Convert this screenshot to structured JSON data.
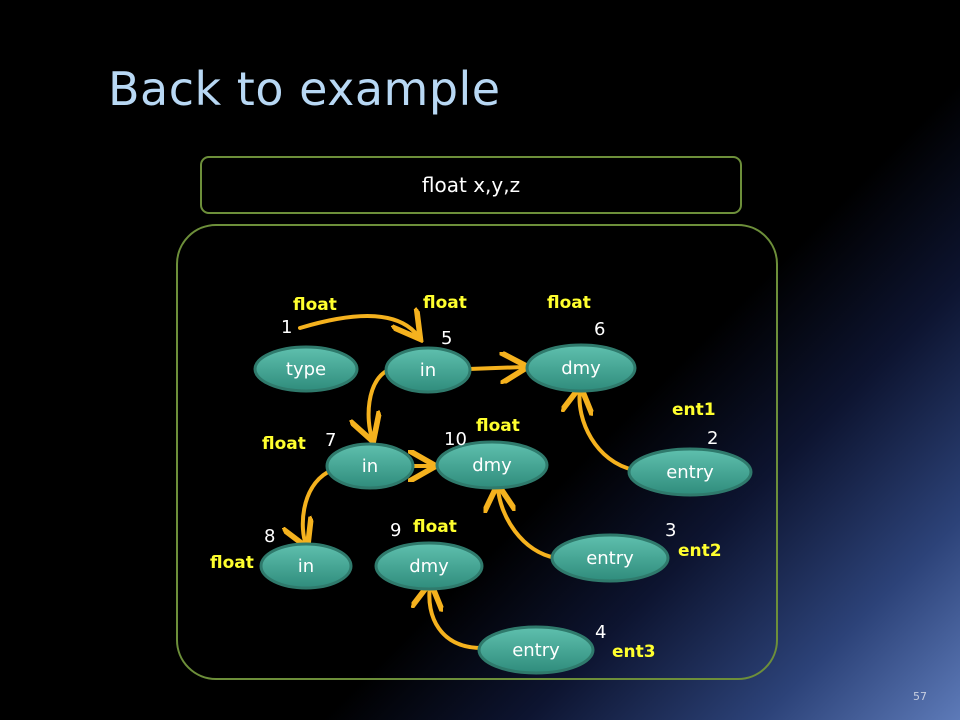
{
  "title": "Back to example",
  "declaration": "float x,y,z",
  "slide_number": "57",
  "colors": {
    "node_fill": "#46a898",
    "node_border": "#2f7a6c",
    "edge": "#f5b21e",
    "type_text": "#ffff2e",
    "frame": "#6d8f3a",
    "title": "#b8d8f4"
  },
  "nodes": {
    "type": {
      "label": "type"
    },
    "in1": {
      "label": "in"
    },
    "dmy6": {
      "label": "dmy"
    },
    "in7": {
      "label": "in"
    },
    "dmy10": {
      "label": "dmy"
    },
    "entry2": {
      "label": "entry"
    },
    "in8": {
      "label": "in"
    },
    "dmy9": {
      "label": "dmy"
    },
    "entry3": {
      "label": "entry"
    },
    "entry4": {
      "label": "entry"
    }
  },
  "type_labels": {
    "t1": "float",
    "t5": "float",
    "t6": "float",
    "t10": "float",
    "t7": "float",
    "t9": "float",
    "t8": "float",
    "ent1": "ent1",
    "ent2": "ent2",
    "ent3": "ent3"
  },
  "order_numbers": {
    "n1": "1",
    "n5": "5",
    "n6": "6",
    "n7": "7",
    "n10": "10",
    "n2": "2",
    "n8": "8",
    "n9": "9",
    "n3": "3",
    "n4": "4"
  }
}
